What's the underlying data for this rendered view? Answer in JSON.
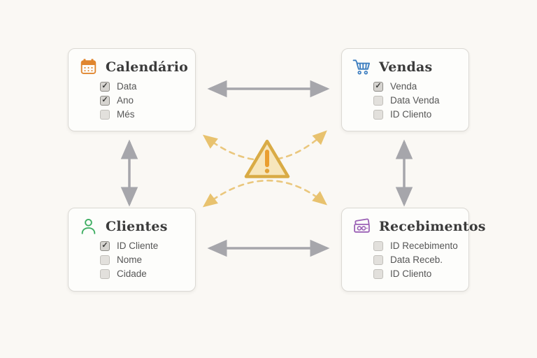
{
  "diagram": {
    "background_color": "#faf8f4",
    "card_background": "#fdfdfb",
    "solid_arrow_color": "#a6a6ab",
    "dashed_arrow_color": "#eac77d",
    "warning": {
      "shape": "triangle-exclamation",
      "fill": "#f7e6bc",
      "border_color": "#d9ab45",
      "mark_color": "#ea9e2f"
    },
    "tables": [
      {
        "title": "Calendário",
        "icon": "calendar-icon",
        "icon_color": "#e0862f",
        "fields": [
          {
            "label": "Data",
            "checked": true
          },
          {
            "label": "Ano",
            "checked": true
          },
          {
            "label": "Més",
            "checked": false
          }
        ]
      },
      {
        "title": "Vendas",
        "icon": "cart-icon",
        "icon_color": "#3d7ec0",
        "fields": [
          {
            "label": "Venda",
            "checked": true
          },
          {
            "label": "Data Venda",
            "checked": false
          },
          {
            "label": "ID Cliento",
            "checked": false
          }
        ]
      },
      {
        "title": "Clientes",
        "icon": "person-icon",
        "icon_color": "#3fae62",
        "fields": [
          {
            "label": "ID Cliente",
            "checked": true
          },
          {
            "label": "Nome",
            "checked": false
          },
          {
            "label": "Cidade",
            "checked": false
          }
        ]
      },
      {
        "title": "Recebimentos",
        "icon": "money-icon",
        "icon_color": "#9a5fb5",
        "fields": [
          {
            "label": "ID Recebimento",
            "checked": false
          },
          {
            "label": "Data Receb.",
            "checked": false
          },
          {
            "label": "ID Cliento",
            "checked": false
          }
        ]
      }
    ]
  }
}
